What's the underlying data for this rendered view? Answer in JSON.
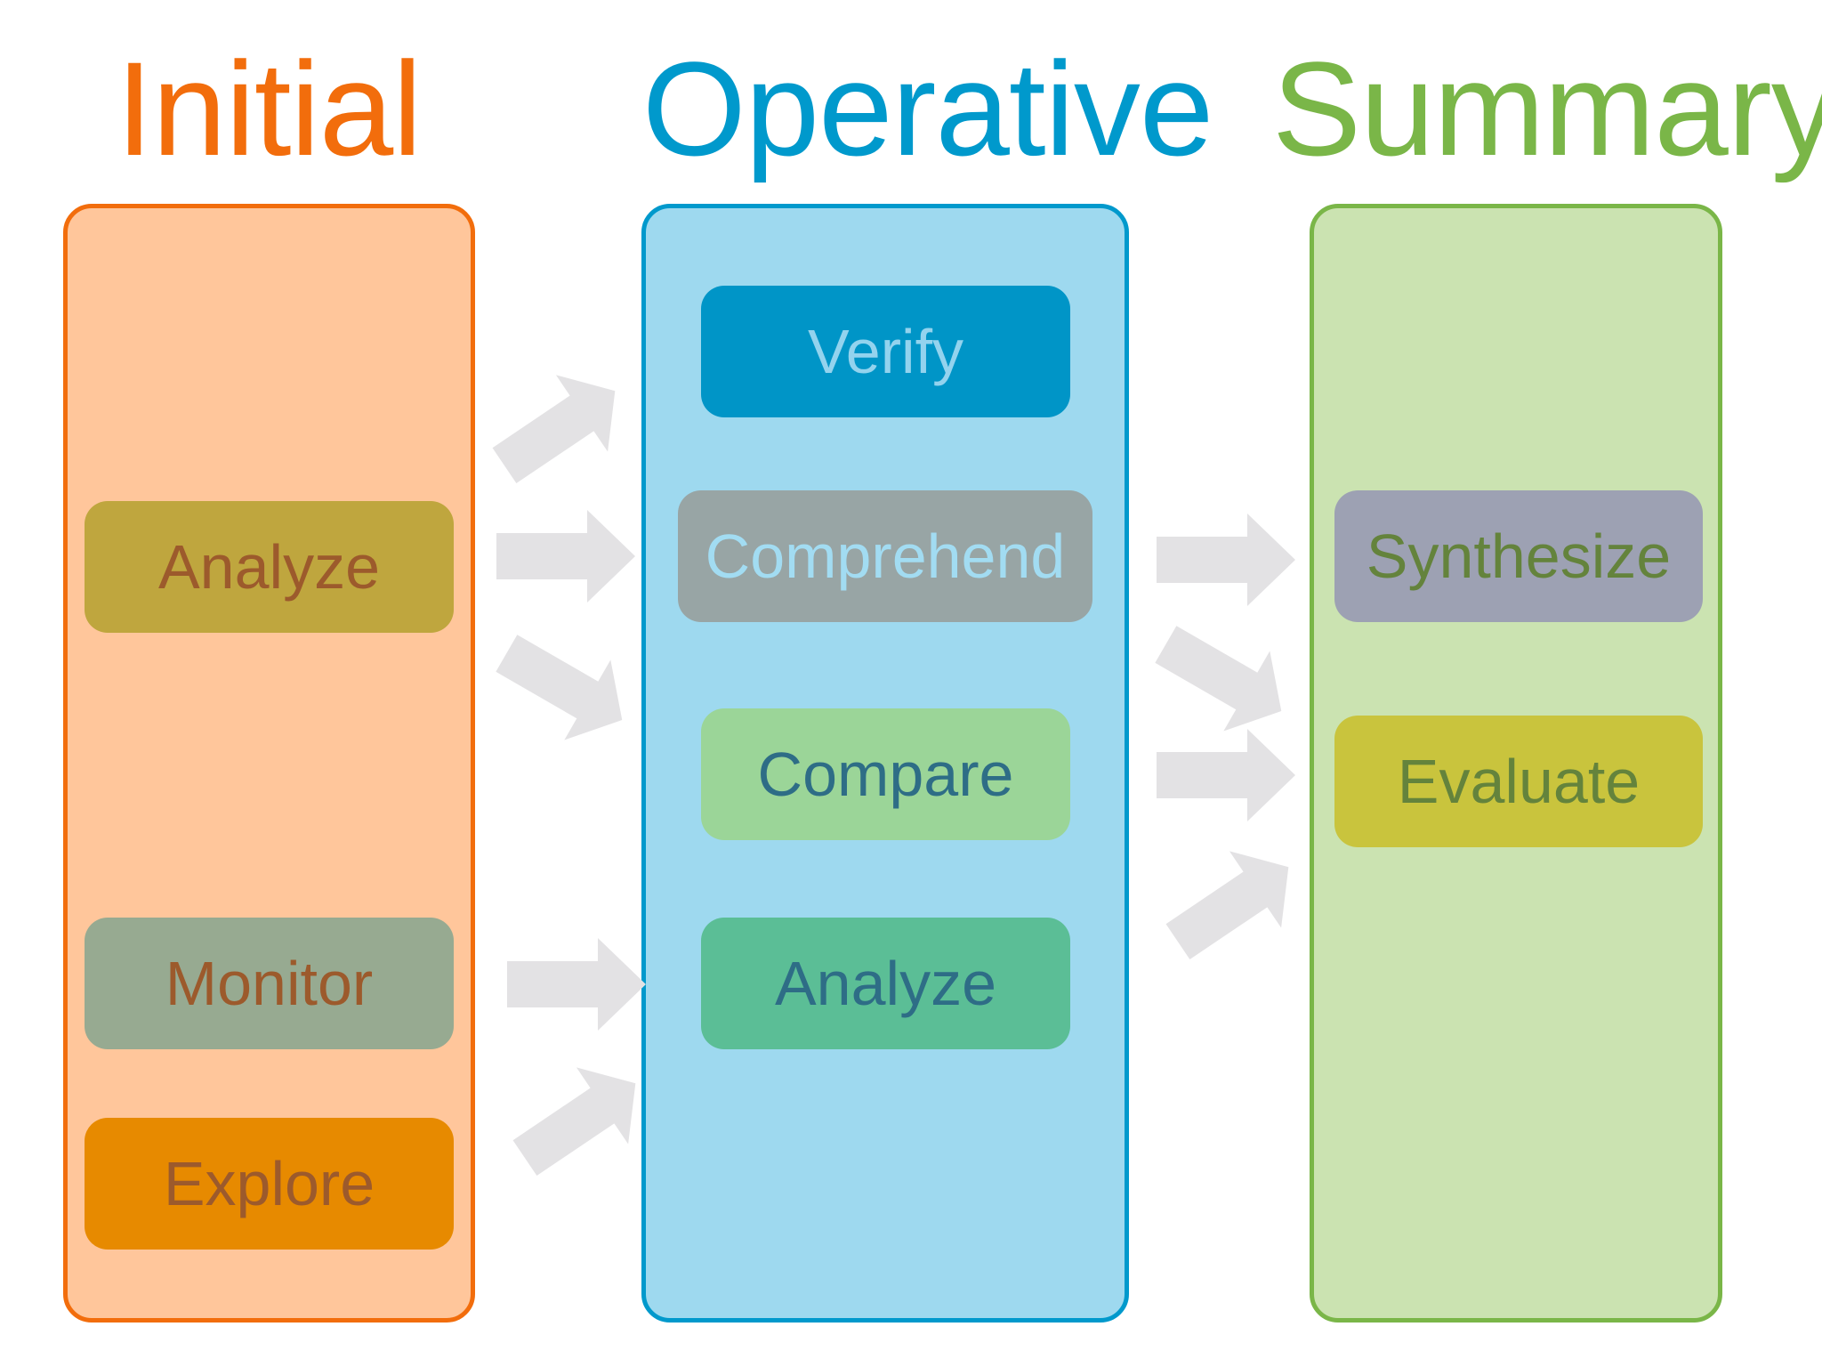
{
  "diagram": {
    "columns": [
      {
        "id": "initial",
        "title": "Initial",
        "title_color": "#f26d0c",
        "panel_fill": "#ffc69b",
        "panel_border": "#f26d0c",
        "boxes": [
          {
            "label": "Analyze",
            "fill": "#bfa63e",
            "text_color": "#9c5a2c"
          },
          {
            "label": "Monitor",
            "fill": "#97aa91",
            "text_color": "#9c5a2c"
          },
          {
            "label": "Explore",
            "fill": "#e78a00",
            "text_color": "#9c5a2c"
          }
        ]
      },
      {
        "id": "operative",
        "title": "Operative",
        "title_color": "#0099cc",
        "panel_fill": "#9ed9ef",
        "panel_border": "#0099cc",
        "boxes": [
          {
            "label": "Verify",
            "fill": "#0095c7",
            "text_color": "#93d3ee"
          },
          {
            "label": "Comprehend",
            "fill": "#98a5a5",
            "text_color": "#a2dcf2"
          },
          {
            "label": "Compare",
            "fill": "#9bd598",
            "text_color": "#2e6d86"
          },
          {
            "label": "Analyze",
            "fill": "#5bbe96",
            "text_color": "#2e6d86"
          }
        ]
      },
      {
        "id": "summary",
        "title": "Summary",
        "title_color": "#7ab648",
        "panel_fill": "#cbe3b1",
        "panel_border": "#7ab648",
        "boxes": [
          {
            "label": "Synthesize",
            "fill": "#9da1b3",
            "text_color": "#64833c"
          },
          {
            "label": "Evaluate",
            "fill": "#c9c43d",
            "text_color": "#64833c"
          }
        ]
      }
    ],
    "arrow_color": "#e3e2e4"
  }
}
